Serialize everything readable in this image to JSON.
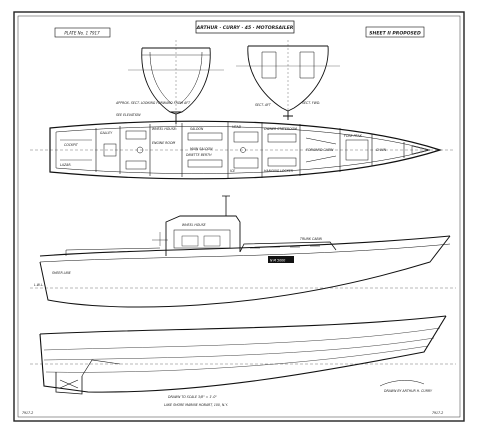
{
  "title_block": {
    "title": "ARTHUR · CURRY · 45 · MOTORSAILER",
    "sheet_left": "PLATE No. 1 7917",
    "sheet_right": "SHEET II PROPOSED"
  },
  "section_labels": {
    "section_left": "APPROX. SECT. LOOKING FORWARD FROM AFT",
    "section_right_1": "SECT. AFT",
    "section_right_2": "SECT. FWD.",
    "section_note": "SEE ELEVATION"
  },
  "plan_labels": {
    "cockpit": "COCKPIT",
    "owner_stateroom": "OWNER STATEROOM",
    "lazarette": "LAZAR.",
    "galley": "GALLEY",
    "engine_room": "ENGINE ROOM",
    "saloon": "SALOON",
    "main_cabin": "MAIN SALOON",
    "forward_cabin": "FORWARD CABIN",
    "head": "HEAD",
    "fore_peak": "FORE PEAK",
    "wheel_house": "WHEEL HOUSE",
    "ice": "ICE",
    "hanging_locker": "HANGING LOCKER",
    "dinette": "DINETTE BERTH",
    "chain_locker": "CHAIN"
  },
  "elevation_labels": {
    "wheel_house": "WHEEL HOUSE",
    "deck_line": "SHEER LINE",
    "name_plate": "N M 5000",
    "trunk": "TRUNK CABIN",
    "waterline": "L.W.L."
  },
  "bottom_notes": {
    "designer_note": "DRAWN BY ARTHUR H. CURRY",
    "drawn_line": "DRAWN TO SCALE 3/8\" = 1'-0\"",
    "office_line": "LAKE SHORE MARINE HOBART, 100, N.Y.",
    "corner_left": "7917-2",
    "corner_right": "7917-2"
  },
  "colors": {
    "ink": "#111111",
    "paper": "#ffffff",
    "frame": "#222222"
  }
}
